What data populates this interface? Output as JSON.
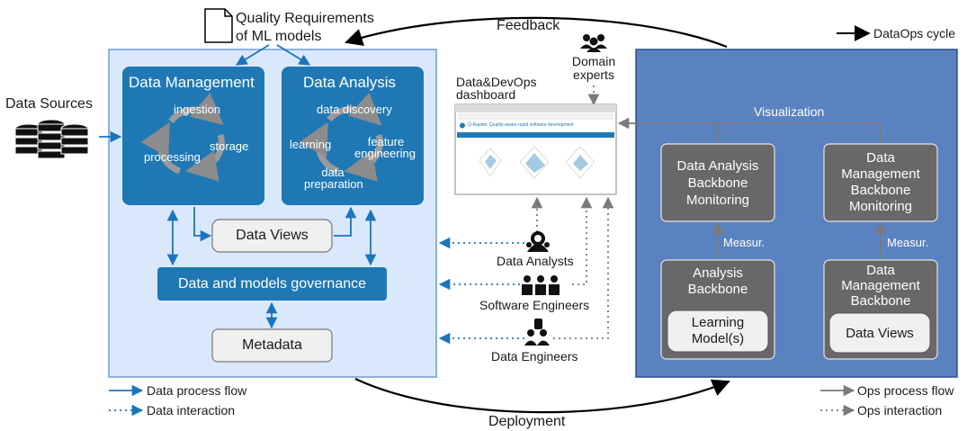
{
  "feedback": "Feedback",
  "deployment": "Deployment",
  "quality_requirements": [
    "Quality Requirements",
    "of ML models"
  ],
  "dataops_cycle": "DataOps cycle",
  "data_sources": "Data Sources",
  "data_management": {
    "title": "Data Management",
    "steps": [
      "ingestion",
      "storage",
      "processing"
    ]
  },
  "data_analysis": {
    "title": "Data Analysis",
    "steps": [
      "data discovery",
      "learning",
      "feature",
      "engineering",
      "data",
      "preparation"
    ]
  },
  "data_views": "Data Views",
  "governance": "Data and models governance",
  "metadata": "Metadata",
  "dashboard": {
    "label": [
      "Data&DevOps",
      "dashboard"
    ],
    "header": "Q-Rapids: Quality-aware rapid software development"
  },
  "domain_experts": [
    "Domain",
    "experts"
  ],
  "roles": {
    "analysts": "Data Analysts",
    "software": "Software Engineers",
    "engineers": "Data Engineers"
  },
  "ops": {
    "visualization": "Visualization",
    "da_monitoring": [
      "Data Analysis",
      "Backbone",
      "Monitoring"
    ],
    "dm_monitoring": [
      "Data",
      "Management",
      "Backbone",
      "Monitoring"
    ],
    "measur_left": "Measur.",
    "measur_right": "Measur.",
    "analysis_backbone": [
      "Analysis",
      "Backbone"
    ],
    "learning_models": [
      "Learning",
      "Model(s)"
    ],
    "dm_backbone": [
      "Data",
      "Management",
      "Backbone"
    ],
    "dm_views": "Data Views"
  },
  "legend": {
    "data_process_flow": "Data process flow",
    "data_interaction": "Data interaction",
    "ops_process_flow": "Ops process flow",
    "ops_interaction": "Ops interaction"
  },
  "colors": {
    "data_panel": "#dae8fc",
    "data_panel_border": "#6c9bd2",
    "data_box": "#1f78b4",
    "ops_panel": "#5b82c0",
    "ops_box": "#686868",
    "data_arrow": "#1b75bb",
    "ops_arrow": "#7a7a7a"
  }
}
